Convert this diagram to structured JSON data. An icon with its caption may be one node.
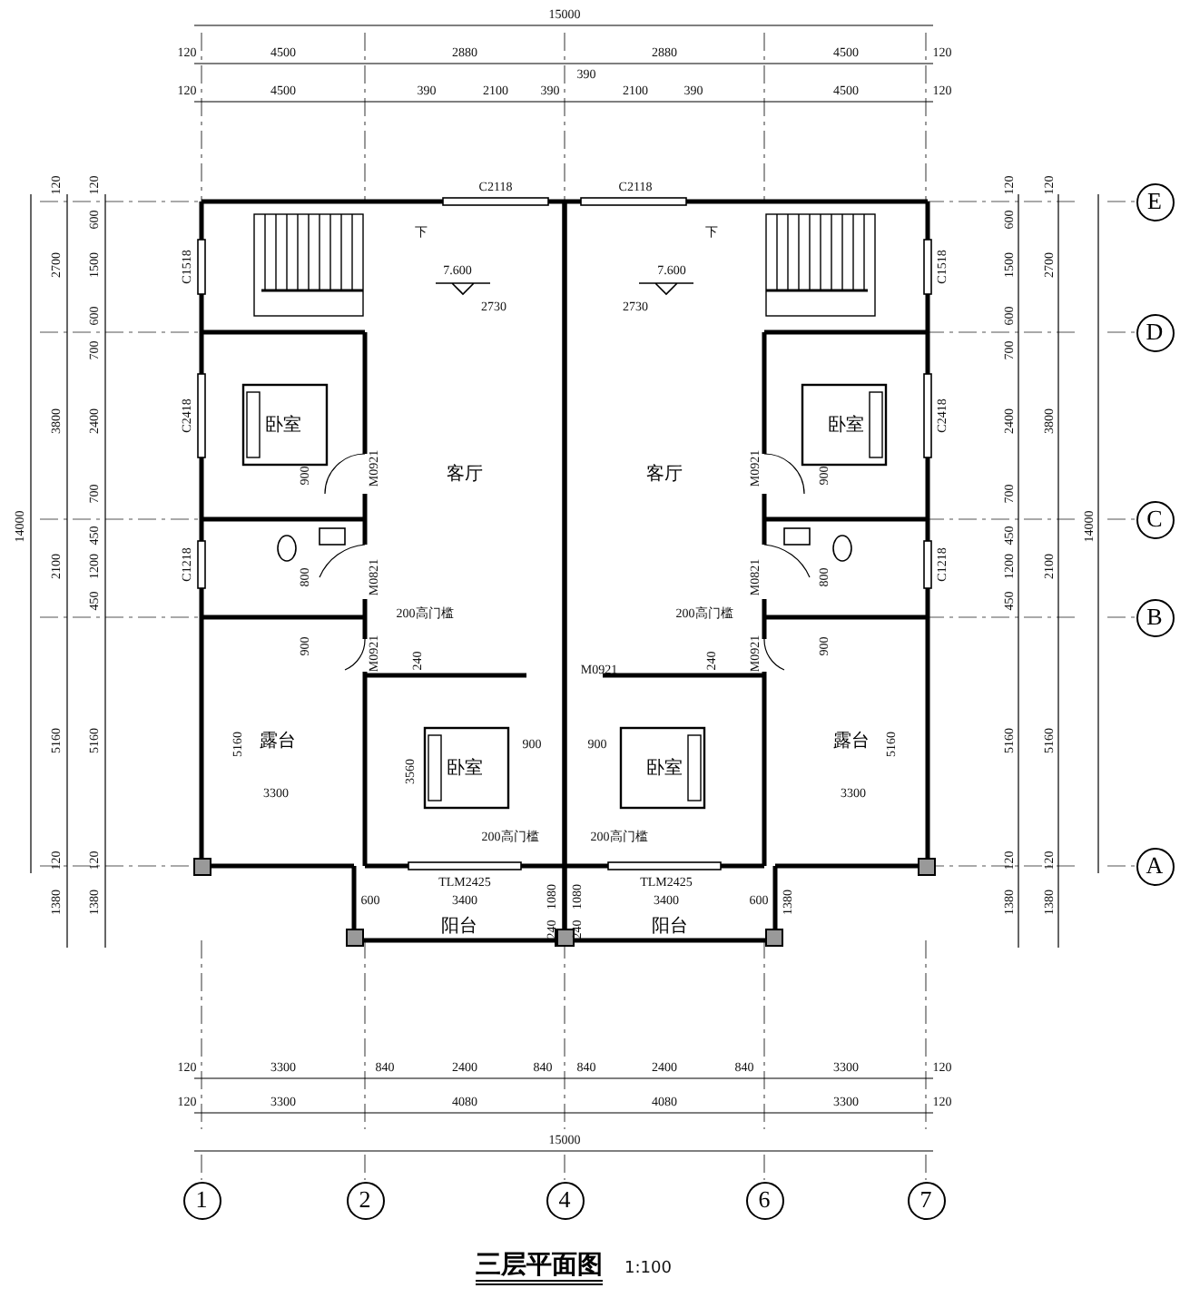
{
  "diagram": {
    "title": "三层平面图",
    "nodes": [
      {
        "text": [
          "卧室"
        ]
      },
      {
        "text": [
          "客厅"
        ]
      },
      {
        "text": [
          "客厅"
        ]
      },
      {
        "text": [
          "卧室"
        ]
      },
      {
        "text": [
          "露台"
        ]
      },
      {
        "text": [
          "卧室"
        ]
      },
      {
        "text": [
          "卧室"
        ]
      },
      {
        "text": [
          "露台"
        ]
      },
      {
        "text": [
          "阳台"
        ]
      },
      {
        "text": [
          "阳台"
        ]
      },
      {
        "text": [
          "E"
        ]
      },
      {
        "text": [
          "D"
        ]
      },
      {
        "text": [
          "C"
        ]
      },
      {
        "text": [
          "B"
        ]
      },
      {
        "text": [
          "A"
        ]
      },
      {
        "text": [
          "1"
        ]
      },
      {
        "text": [
          "2"
        ]
      },
      {
        "text": [
          "4"
        ]
      },
      {
        "text": [
          "6"
        ]
      },
      {
        "text": [
          "7"
        ]
      }
    ],
    "edges": [],
    "labels": [
      "15000",
      "120",
      "4500",
      "2880",
      "2880",
      "4500",
      "120",
      "390",
      "120",
      "4500",
      "390",
      "2100",
      "390",
      "2100",
      "390",
      "4500",
      "120",
      "C2118",
      "C2118",
      "C1518",
      "下",
      "下",
      "C1518",
      "7.600",
      "7.600",
      "2730",
      "2730",
      "14000",
      "120",
      "2700",
      "3800",
      "2100",
      "5160",
      "120",
      "1380",
      "120",
      "600",
      "1500",
      "600",
      "700",
      "2400",
      "700",
      "450",
      "1200",
      "450",
      "5160",
      "120",
      "1380",
      "120",
      "600",
      "1500",
      "600",
      "700",
      "2400",
      "700",
      "450",
      "1200",
      "450",
      "5160",
      "120",
      "1380",
      "120",
      "2700",
      "3800",
      "2100",
      "5160",
      "120",
      "1380",
      "14000",
      "C2418",
      "900",
      "M0921",
      "C1218",
      "800",
      "M0821",
      "200高门槛",
      "900",
      "M0921",
      "240",
      "C2418",
      "900",
      "M0921",
      "C1218",
      "800",
      "M0821",
      "200高门槛",
      "900",
      "M0921",
      "240",
      "M0921",
      "5160",
      "3300",
      "3560",
      "900",
      "900",
      "5160",
      "3300",
      "200高门槛",
      "200高门槛",
      "TLM2425",
      "TLM2425",
      "600",
      "3400",
      "1080",
      "1080",
      "3400",
      "600",
      "1380",
      "240",
      "240",
      "120",
      "3300",
      "840",
      "2400",
      "840",
      "840",
      "2400",
      "840",
      "3300",
      "120",
      "120",
      "3300",
      "4080",
      "4080",
      "3300",
      "120",
      "15000",
      "1:100"
    ]
  }
}
